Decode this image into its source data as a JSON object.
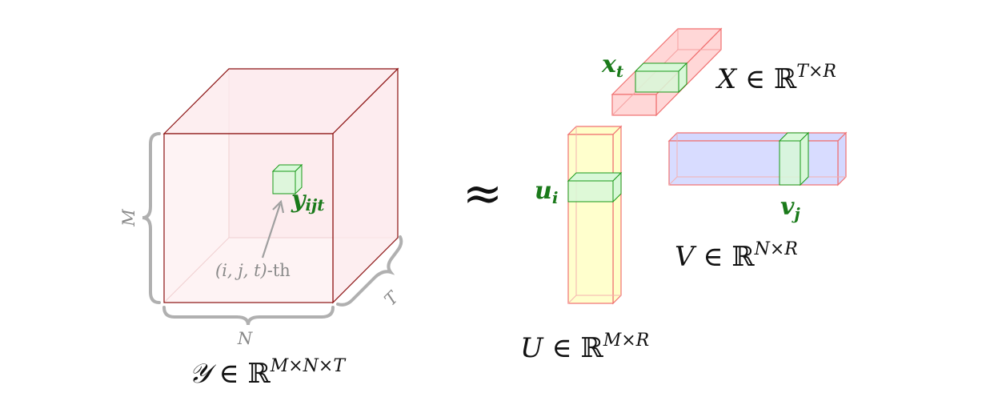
{
  "diagram": {
    "tensor": {
      "label_symbol": "𝒴",
      "label_space": " ∈ ℝ",
      "label_sup": "M×N×T",
      "dim_m": "M",
      "dim_n": "N",
      "dim_t": "T",
      "entry_label": "y",
      "entry_sub": "ijt",
      "entry_note_math": "(i, j, t)",
      "entry_note_suffix": "-th"
    },
    "approx_symbol": "≈",
    "factor_u": {
      "label_symbol": "U",
      "label_space": " ∈ ℝ",
      "label_sup": "M×R",
      "vector_label": "u",
      "vector_sub": "i"
    },
    "factor_v": {
      "label_symbol": "V",
      "label_space": " ∈ ℝ",
      "label_sup": "N×R",
      "vector_label": "v",
      "vector_sub": "j"
    },
    "factor_x": {
      "label_symbol": "X",
      "label_space": " ∈ ℝ",
      "label_sup": "T×R",
      "vector_label": "x",
      "vector_sub": "t"
    },
    "colors": {
      "tensor_fill": "#fdecee",
      "tensor_edge": "#8b1010",
      "cube_inner_edge": "#d89a9a",
      "highlight_fill": "#d8f8d8",
      "highlight_edge": "#1a9a1a",
      "u_fill": "#ffffc8",
      "v_fill": "#d4d8ff",
      "x_fill": "#ffd0d0",
      "factor_edge": "#f07070",
      "brace": "#b0b0b0",
      "label_green": "#1a7a1a",
      "label_gray": "#8a8a8a"
    }
  }
}
